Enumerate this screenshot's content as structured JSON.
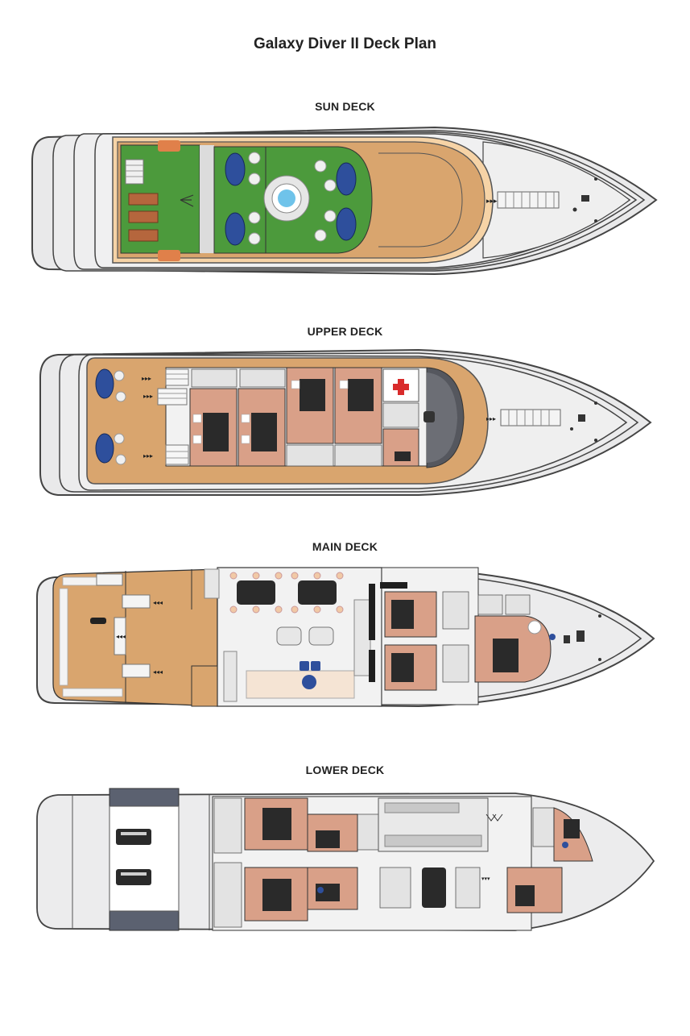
{
  "page": {
    "title": "Galaxy Diver II Deck Plan"
  },
  "decks": [
    {
      "id": "sun",
      "label": "SUN DECK"
    },
    {
      "id": "upper",
      "label": "UPPER DECK"
    },
    {
      "id": "main",
      "label": "MAIN DECK"
    },
    {
      "id": "lower",
      "label": "LOWER DECK"
    }
  ],
  "colors": {
    "hull": "#e9e9ea",
    "hull_stroke": "#444444",
    "deck_wood": "#d9a56e",
    "deck_trim": "#f6d3a6",
    "lawn": "#4c9a3c",
    "cabin": "#d9a088",
    "floor_light": "#f2f2f2",
    "wall": "#1f1f1f",
    "furniture": "#2e4f9c",
    "jacuzzi": "#6fc3ea",
    "medical_cross": "#d92b2b",
    "engine_floor": "#5b6170"
  }
}
